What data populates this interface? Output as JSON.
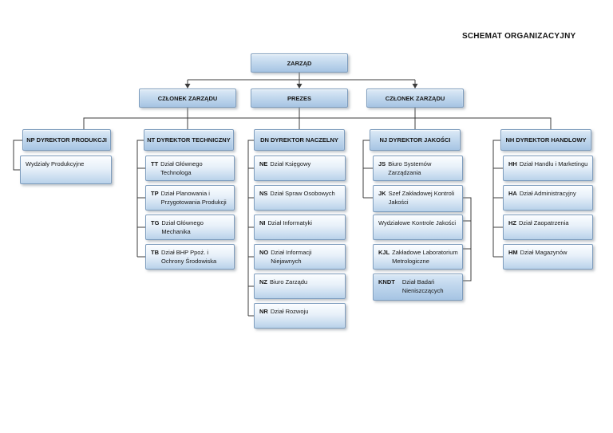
{
  "title": "SCHEMAT ORGANIZACYJNY",
  "board": {
    "label": "ZARZĄD"
  },
  "level2": {
    "member_left": "CZŁONEK ZARZĄDU",
    "president": "PREZES",
    "member_right": "CZŁONEK ZARZĄDU"
  },
  "columns": {
    "np": {
      "header": "NP  DYREKTOR PRODUKCJI",
      "items": [
        {
          "code": "",
          "label": "Wydziały Produkcyjne"
        }
      ]
    },
    "nt": {
      "header": "NT  DYREKTOR  TECHNICZNY",
      "items": [
        {
          "code": "TT",
          "label": "Dział Głównego Technologa"
        },
        {
          "code": "TP",
          "label": "Dział Planowania i Przygotowania Produkcji"
        },
        {
          "code": "TG",
          "label": "Dział Głównego Mechanika"
        },
        {
          "code": "TB",
          "label": "Dział BHP Ppoż. i Ochrony Środowiska"
        }
      ]
    },
    "dn": {
      "header": "DN  DYREKTOR NACZELNY",
      "items": [
        {
          "code": "NE",
          "label": "Dział Księgowy"
        },
        {
          "code": "NS",
          "label": "Dział Spraw Osobowych"
        },
        {
          "code": "NI",
          "label": "Dział Informatyki"
        },
        {
          "code": "NO",
          "label": "Dział Informacji Niejawnych"
        },
        {
          "code": "NZ",
          "label": "Biuro Zarządu"
        },
        {
          "code": "NR",
          "label": "Dział Rozwoju"
        }
      ]
    },
    "nj": {
      "header": "NJ DYREKTOR JAKOŚCI",
      "items": [
        {
          "code": "JS",
          "label": "Biuro Systemów Zarządzania"
        },
        {
          "code": "JK",
          "label": "Szef Zakładowej Kontroli Jakości"
        },
        {
          "code": "",
          "label": "Wydziałowe Kontrole Jakości"
        },
        {
          "code": "KJL",
          "label": "Zakładowe Laboratorium Metrologiczne"
        },
        {
          "code": "KNDT",
          "label": "Dział Badań Nieniszczących"
        }
      ]
    },
    "nh": {
      "header": "NH DYREKTOR HANDLOWY",
      "items": [
        {
          "code": "HH",
          "label": "Dział Handlu i  Marketingu"
        },
        {
          "code": "HA",
          "label": "Dział Administracyjny"
        },
        {
          "code": "HZ",
          "label": "Dział Zaopatrzenia"
        },
        {
          "code": "HM",
          "label": "Dział Magazynów"
        }
      ]
    }
  },
  "colors": {
    "node_border": "#7d9cbd",
    "node_fill_top": "#ddeaf6",
    "node_fill_bottom": "#a6c4e3",
    "line": "#3c3c3c"
  }
}
